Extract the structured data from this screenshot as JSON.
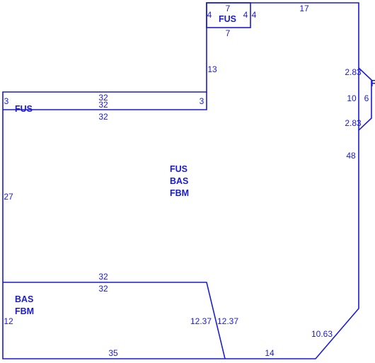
{
  "colors": {
    "line": "#1a1ad6",
    "text": "#1a1ad6",
    "background": "#ffffff"
  },
  "areas": {
    "main": [
      "FUS",
      "BAS",
      "FBM"
    ],
    "top_box": "FUS",
    "left_strip": "FUS",
    "bottom_left": [
      "BAS",
      "FBM"
    ],
    "right_bay_partial": "F"
  },
  "dimensions": {
    "top_box_top": "7",
    "top_box_left": "4",
    "top_box_right_inner": "4",
    "top_box_right_outer": "4",
    "top_box_bottom": "7",
    "top_right_wall": "17",
    "upper_vertical": "13",
    "bay_upper": "2.83",
    "bay_depth": "10",
    "bay_outer": "6",
    "bay_lower": "2.83",
    "right_wall": "48",
    "strip_left": "3",
    "strip_top": "32",
    "strip_mid": "32",
    "strip_right": "3",
    "strip_bottom": "32",
    "left_wall": "27",
    "lower_top_1": "32",
    "lower_top_2": "32",
    "lower_left": "12",
    "diagonal_left": "12.37",
    "diagonal_right": "12.37",
    "bottom_left_run": "35",
    "bottom_right_run": "14",
    "corner_chamfer": "10.63"
  }
}
